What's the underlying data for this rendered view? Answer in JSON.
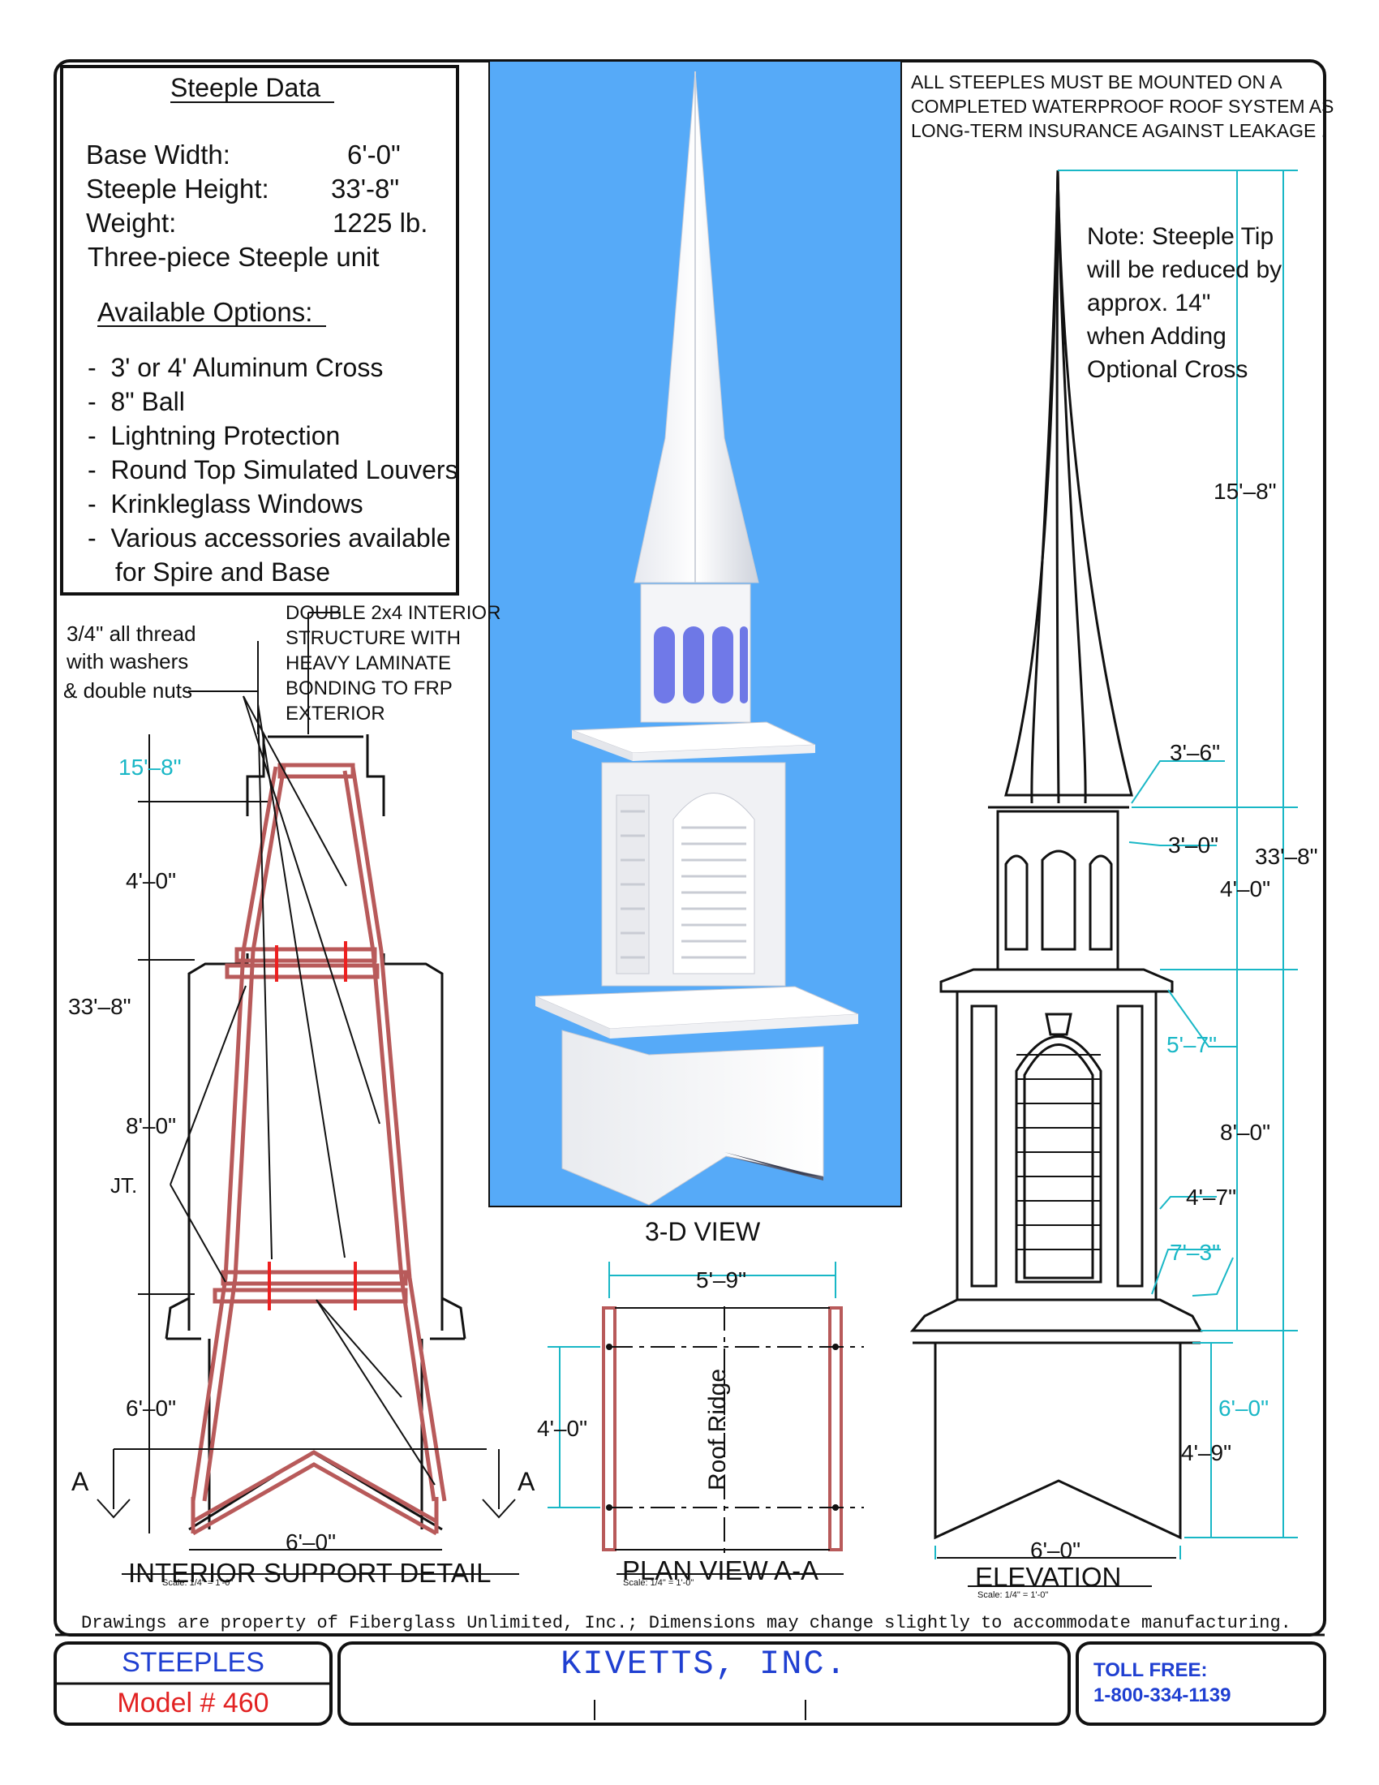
{
  "data_box": {
    "title": "Steeple Data",
    "specs": [
      {
        "label": "Base Width:",
        "value": "6'-0\""
      },
      {
        "label": "Steeple Height:",
        "value": "33'-8\""
      },
      {
        "label": "Weight:",
        "value": "1225 lb."
      }
    ],
    "unit_note": "Three-piece Steeple unit",
    "options_title": "Available Options:",
    "options": [
      "3' or 4' Aluminum Cross",
      "8\" Ball",
      "Lightning Protection",
      "Round Top Simulated Louvers",
      "Krinkleglass Windows",
      "Various accessories available",
      "for Spire and Base"
    ]
  },
  "mount_note": [
    "ALL STEEPLES MUST BE MOUNTED ON A",
    "COMPLETED WATERPROOF ROOF SYSTEM AS",
    "LONG-TERM INSURANCE AGAINST LEAKAGE ."
  ],
  "tip_note": [
    "Note:  Steeple Tip",
    "will be reduced by",
    "approx. 14\"",
    "when Adding",
    "Optional Cross"
  ],
  "interior": {
    "thread_note": [
      "3/4\" all thread",
      "with washers",
      "& double nuts"
    ],
    "structure_note": [
      "DOUBLE 2x4 INTERIOR",
      "STRUCTURE WITH",
      "HEAVY LAMINATE",
      "BONDING TO FRP",
      "EXTERIOR"
    ],
    "jt": "JT.",
    "dims": {
      "top": "15'–8\"",
      "d1": "4'–0\"",
      "total": "33'–8\"",
      "d2": "8'–0\"",
      "d3": "6'–0\"",
      "width": "6'–0\""
    },
    "section_mark": "A",
    "title": "INTERIOR SUPPORT DETAIL",
    "scale": "Scale: 1/4\" = 1'-0\""
  },
  "view3d": {
    "title": "3-D VIEW",
    "bg": "#56aaf8"
  },
  "plan": {
    "width": "5'–9\"",
    "depth": "4'–0\"",
    "ridge": "Roof Ridge",
    "title": "PLAN VIEW A-A",
    "scale": "Scale: 1/4\" = 1'-0\""
  },
  "elevation": {
    "dims": {
      "spire": "15'–8\"",
      "d36": "3'–6\"",
      "d30": "3'–0\"",
      "total": "33'–8\"",
      "d40": "4'–0\"",
      "d57": "5'–7\"",
      "d80": "8'–0\"",
      "d47": "4'–7\"",
      "d73": "7'–3\"",
      "d60": "6'–0\"",
      "d49": "4'–9\"",
      "width": "6'–0\""
    },
    "title": "ELEVATION",
    "scale": "Scale: 1/4\" = 1'-0\""
  },
  "footer_note": "Drawings are property of Fiberglass Unlimited, Inc.;  Dimensions may change slightly to accommodate manufacturing.",
  "title_block": {
    "category": "STEEPLES",
    "model": "Model # 460",
    "company": "KIVETTS, INC.",
    "toll_label": "TOLL FREE:",
    "phone": "1-800-334-1139"
  },
  "colors": {
    "accent_cyan": "#19b7c6",
    "frame_red": "#b85a5a",
    "title_blue": "#1f3fd1",
    "model_red": "#e22222"
  }
}
